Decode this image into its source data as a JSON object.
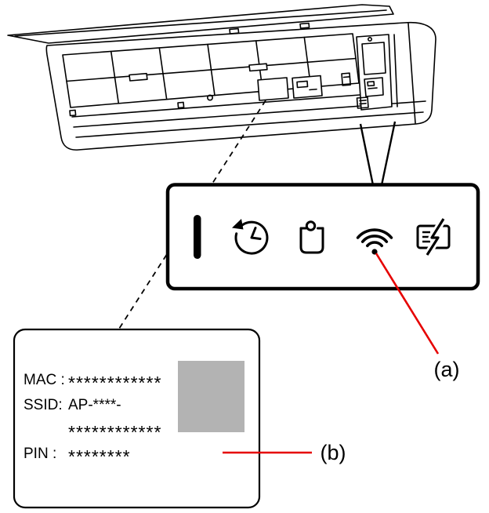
{
  "indicator_panel": {
    "icons": [
      "power-indicator-icon",
      "timer-icon",
      "clean-indicator-icon",
      "wifi-icon",
      "display-flash-icon"
    ]
  },
  "wifi_label": {
    "mac_key": "MAC :",
    "mac_value": "************",
    "ssid_key": "SSID:",
    "ssid_value_line1": "AP-****-",
    "ssid_value_line2": "************",
    "pin_key": "PIN :",
    "pin_value": "********"
  },
  "callouts": {
    "a": "(a)",
    "b": "(b)"
  },
  "colors": {
    "callout_red": "#e60000",
    "qr_gray": "#b3b3b3",
    "line_black": "#000000"
  }
}
